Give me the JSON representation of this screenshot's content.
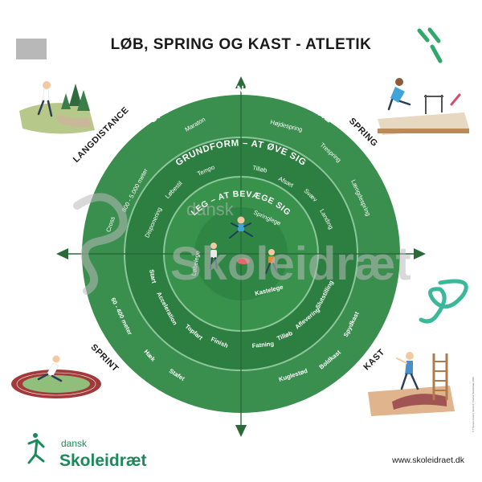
{
  "title": "LØB, SPRING OG KAST - ATLETIK",
  "corners": {
    "top_left": "LANGDISTANCE",
    "top_right": "SPRING",
    "bottom_left": "SPRINT",
    "bottom_right": "KAST"
  },
  "rings": {
    "outer": {
      "title": "SPORT – AT TRÆNE OG PRÆSTERE",
      "items_langdistance": [
        "Maraton",
        "800 - 5.000 meter",
        "Cross"
      ],
      "items_spring": [
        "Højdespring",
        "Trespring",
        "Længdespring"
      ],
      "items_sprint": [
        "60 - 400 meter",
        "Hæk",
        "Stafet"
      ],
      "items_kast": [
        "Kuglestød",
        "Boldkast",
        "Spydkast"
      ]
    },
    "middle": {
      "title": "GRUNDFORM – AT ØVE SIG",
      "items_langdistance": [
        "Tempo",
        "Løbestil",
        "Disponering"
      ],
      "items_spring": [
        "Tilløb",
        "Afsæt",
        "Svæv",
        "Landing"
      ],
      "items_sprint": [
        "Start",
        "Acceleration",
        "Topfart",
        "Finish"
      ],
      "items_kast": [
        "Fatning",
        "Tilløb",
        "Aflevering",
        "Slutstilling"
      ]
    },
    "inner": {
      "title": "LEG – AT BEVÆGE SIG",
      "items": [
        "Springlege",
        "Løbelege",
        "Kastelege"
      ]
    }
  },
  "watermark": {
    "small": "dansk",
    "big": "Skoleidræt"
  },
  "logo": {
    "small": "dansk",
    "big": "Skoleidræt"
  },
  "url": "www.skoleidraet.dk",
  "credit": "© Thomas Foskin, Skole 8 / Dansk Skoleidræt 2020",
  "colors": {
    "outer_ring": "#3a8e4e",
    "middle_ring": "#2c7f40",
    "inner_ring": "#38924c",
    "center": "#2e8544",
    "accent": "#1b8a5a"
  }
}
